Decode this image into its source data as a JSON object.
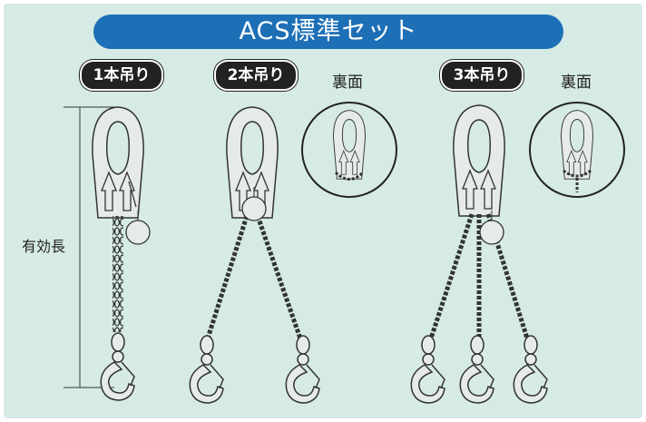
{
  "banner": {
    "title": "ACS標準セット"
  },
  "labels": {
    "one_leg": "1本吊り",
    "two_leg": "2本吊り",
    "three_leg": "3本吊り",
    "back_view_1": "裏面",
    "back_view_2": "裏面",
    "effective_length": "有効長"
  },
  "colors": {
    "background": "#d6ebe6",
    "banner": "#1d6fb6",
    "pill": "#222222"
  }
}
